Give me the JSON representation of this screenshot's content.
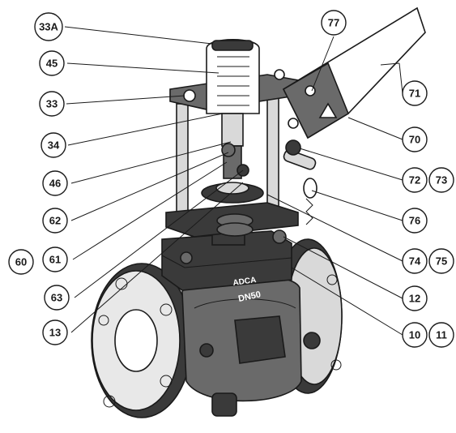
{
  "callouts": [
    {
      "id": "33A"
    },
    {
      "id": "45"
    },
    {
      "id": "33"
    },
    {
      "id": "34"
    },
    {
      "id": "46"
    },
    {
      "id": "62"
    },
    {
      "id": "61"
    },
    {
      "id": "60"
    },
    {
      "id": "63"
    },
    {
      "id": "13"
    },
    {
      "id": "77"
    },
    {
      "id": "71"
    },
    {
      "id": "70"
    },
    {
      "id": "72"
    },
    {
      "id": "73"
    },
    {
      "id": "76"
    },
    {
      "id": "74"
    },
    {
      "id": "75"
    },
    {
      "id": "12"
    },
    {
      "id": "10"
    },
    {
      "id": "11"
    }
  ],
  "body_marks": {
    "size": "DN50",
    "logo": "ADCA"
  },
  "colors": {
    "ink": "#1a1a1a",
    "body_dark": "#3a3a3a",
    "body_mid": "#6a6a6a",
    "body_light": "#d9d9d9",
    "paper": "#ffffff"
  }
}
